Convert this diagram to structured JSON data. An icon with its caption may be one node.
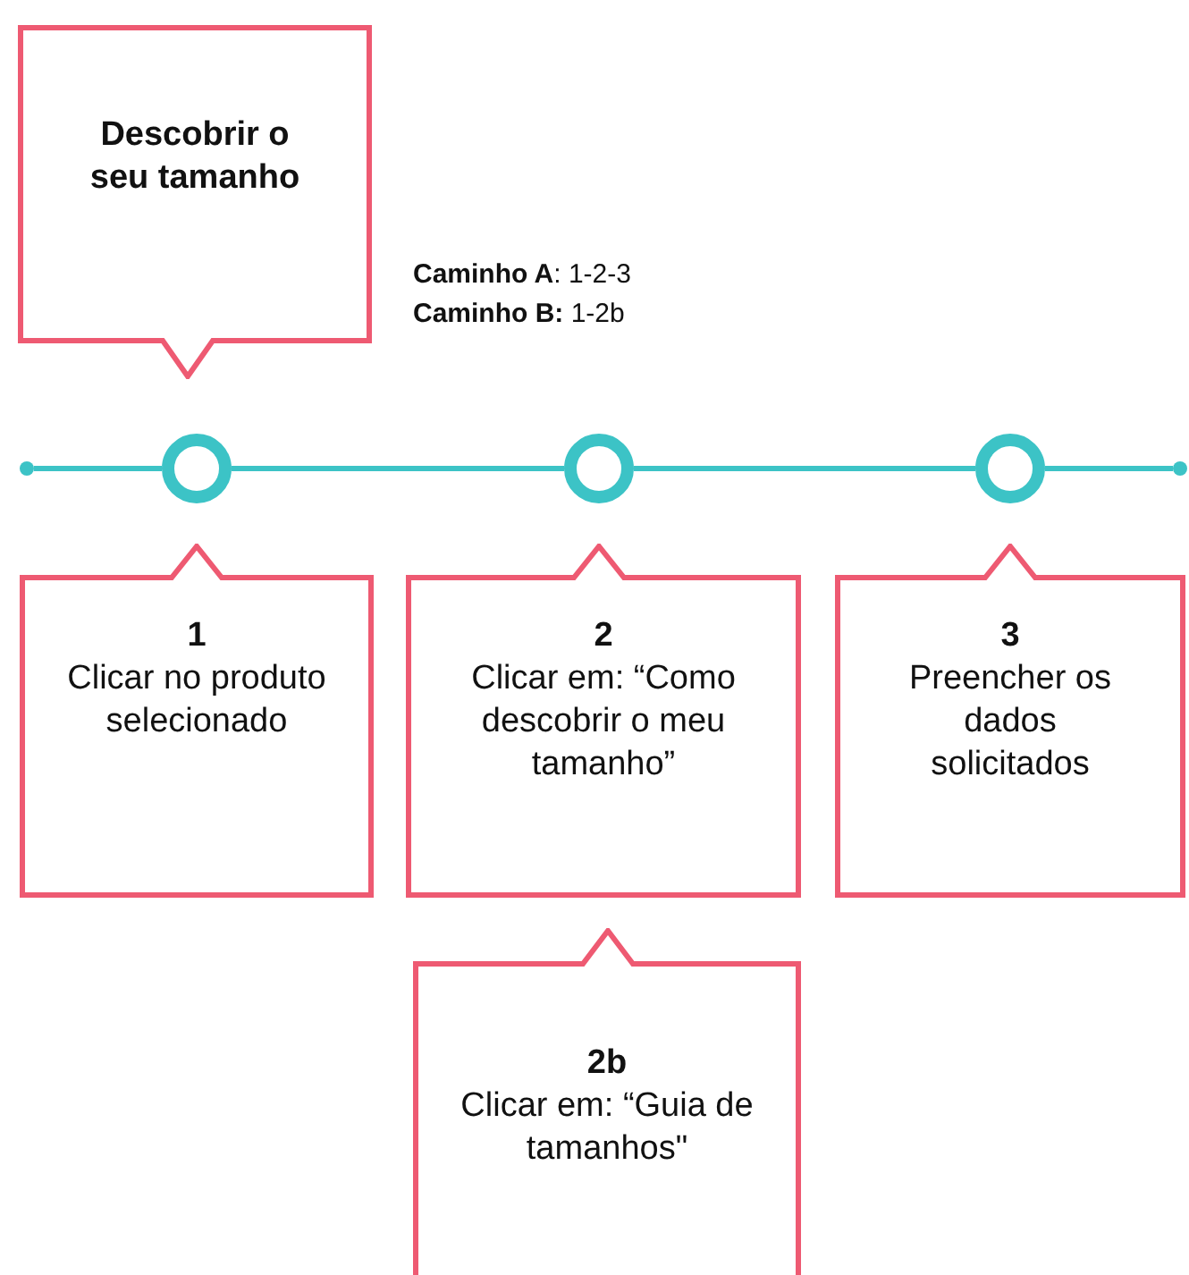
{
  "diagram": {
    "nodes": [
      {
        "text": [
          "Descobrir o seu tamanho"
        ]
      },
      {
        "text": [],
        "shape": "circle"
      },
      {
        "text": [],
        "shape": "circle"
      },
      {
        "text": [],
        "shape": "circle"
      },
      {
        "text": [],
        "shape": "circle"
      },
      {
        "text": [],
        "shape": "circle"
      },
      {
        "text": [
          "1",
          "Clicar no produto selecionado"
        ]
      },
      {
        "text": [
          "2",
          "Clicar em: “Como descobrir o meu tamanho”"
        ]
      },
      {
        "text": [
          "3",
          "Preencher os dados solicitados"
        ]
      },
      {
        "text": [
          "2b",
          "Clicar em: “Guia de tamanhos\""
        ]
      }
    ],
    "edges": [
      {
        "from": 1,
        "to": 2,
        "arrow": "none"
      },
      {
        "from": 2,
        "to": 3,
        "arrow": "none"
      },
      {
        "from": 3,
        "to": 4,
        "arrow": "none"
      },
      {
        "from": 4,
        "to": 5,
        "arrow": "none"
      }
    ],
    "labels": [
      "**Caminho A**: 1-2-3",
      "**Caminho B:** 1-2b"
    ]
  }
}
